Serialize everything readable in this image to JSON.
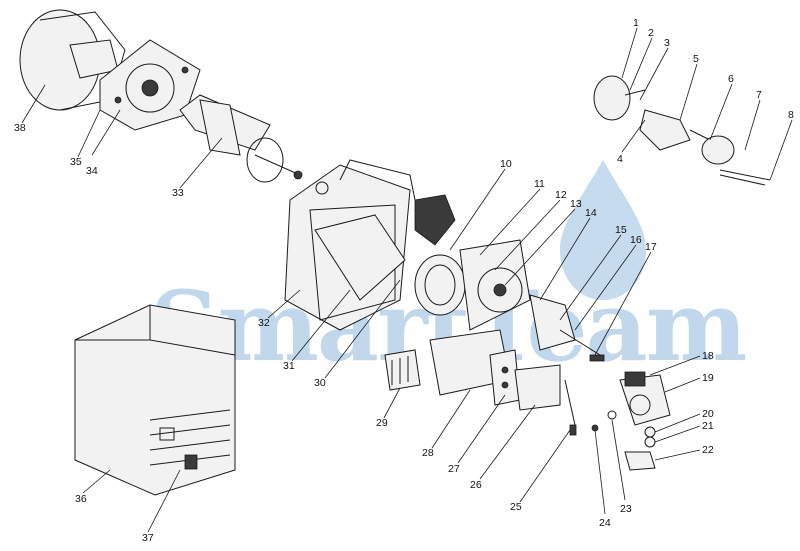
{
  "watermark": {
    "text": "SmartTeam",
    "color": "#8fb7de"
  },
  "callouts": [
    {
      "id": "1",
      "label": "1"
    },
    {
      "id": "2",
      "label": "2"
    },
    {
      "id": "3",
      "label": "3"
    },
    {
      "id": "4",
      "label": "4"
    },
    {
      "id": "5",
      "label": "5"
    },
    {
      "id": "6",
      "label": "6"
    },
    {
      "id": "7",
      "label": "7"
    },
    {
      "id": "8",
      "label": "8"
    },
    {
      "id": "10",
      "label": "10"
    },
    {
      "id": "11",
      "label": "11"
    },
    {
      "id": "12",
      "label": "12"
    },
    {
      "id": "13",
      "label": "13"
    },
    {
      "id": "14",
      "label": "14"
    },
    {
      "id": "15",
      "label": "15"
    },
    {
      "id": "16",
      "label": "16"
    },
    {
      "id": "17",
      "label": "17"
    },
    {
      "id": "18",
      "label": "18"
    },
    {
      "id": "19",
      "label": "19"
    },
    {
      "id": "20",
      "label": "20"
    },
    {
      "id": "21",
      "label": "21"
    },
    {
      "id": "22",
      "label": "22"
    },
    {
      "id": "23",
      "label": "23"
    },
    {
      "id": "24",
      "label": "24"
    },
    {
      "id": "25",
      "label": "25"
    },
    {
      "id": "26",
      "label": "26"
    },
    {
      "id": "27",
      "label": "27"
    },
    {
      "id": "28",
      "label": "28"
    },
    {
      "id": "29",
      "label": "29"
    },
    {
      "id": "30",
      "label": "30"
    },
    {
      "id": "31",
      "label": "31"
    },
    {
      "id": "32",
      "label": "32"
    },
    {
      "id": "33",
      "label": "33"
    },
    {
      "id": "34",
      "label": "34"
    },
    {
      "id": "35",
      "label": "35"
    },
    {
      "id": "36",
      "label": "36"
    },
    {
      "id": "37",
      "label": "37"
    },
    {
      "id": "38",
      "label": "38"
    }
  ]
}
